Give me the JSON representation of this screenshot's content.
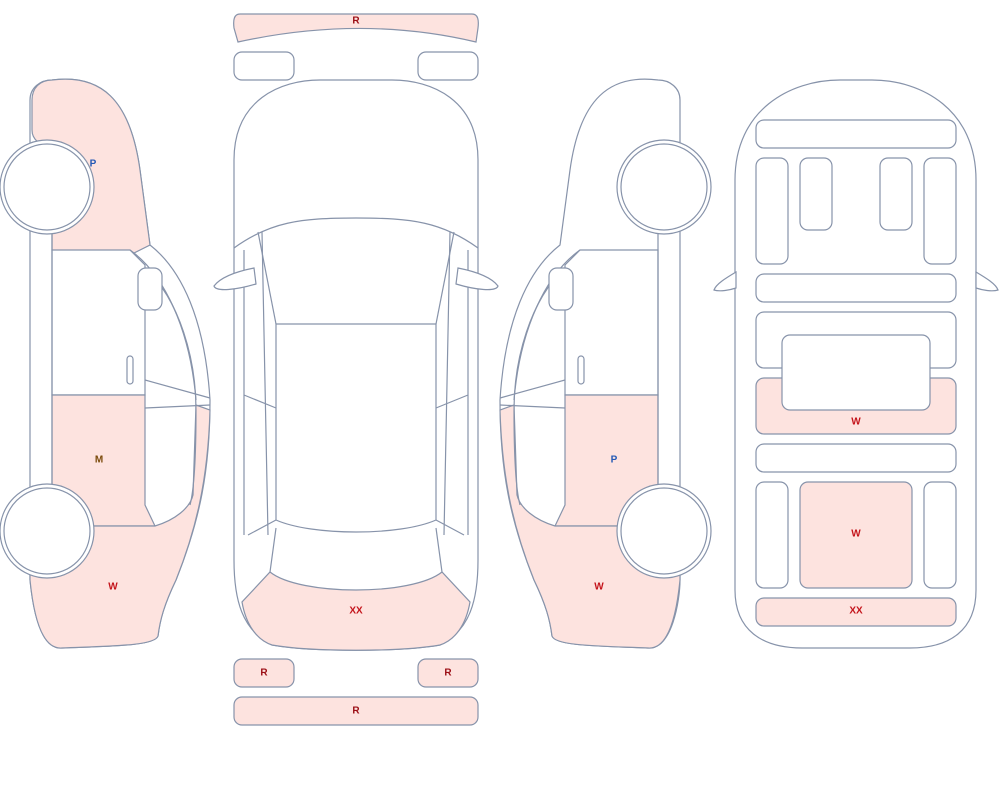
{
  "colors": {
    "outline": "#8793aa",
    "damaged_fill": "#fde3df",
    "clean_fill": "#ffffff",
    "code_R": "#9b0d14",
    "code_W": "#c4141b",
    "code_XX": "#c4141b",
    "code_M": "#7a4a0a",
    "code_P": "#2459b5"
  },
  "left_view": {
    "front_fender_code": "P",
    "rear_door_code": "M",
    "rear_quarter_code": "W"
  },
  "top_view": {
    "front_bumper_code": "R",
    "rear_panel_code": "XX",
    "rear_left_light_code": "R",
    "rear_right_light_code": "R",
    "rear_bumper_code": "R"
  },
  "right_view": {
    "rear_door_code": "P",
    "rear_quarter_code": "W"
  },
  "underbody_view": {
    "crossmember_code": "W",
    "rear_floor_code": "W",
    "rear_rail_code": "XX"
  }
}
